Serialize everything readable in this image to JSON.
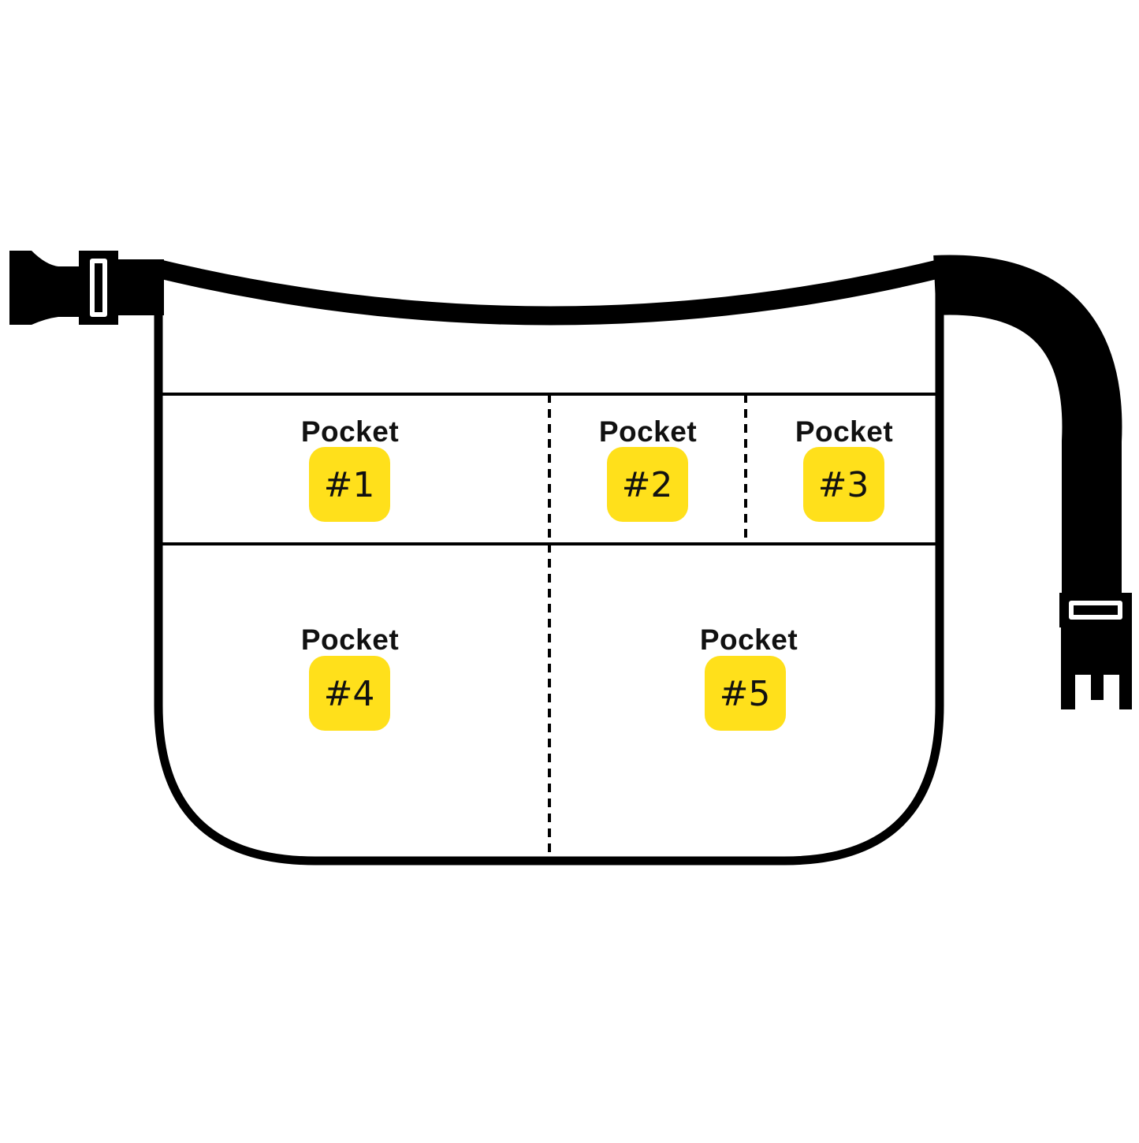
{
  "colors": {
    "outline": "#000000",
    "badge": "#FFE01B",
    "background": "#FFFFFF",
    "text": "#111111"
  },
  "icons": {
    "left_buckle": "buckle-female-icon",
    "right_buckle": "buckle-male-icon"
  },
  "pockets": [
    {
      "label": "Pocket",
      "number": "#1"
    },
    {
      "label": "Pocket",
      "number": "#2"
    },
    {
      "label": "Pocket",
      "number": "#3"
    },
    {
      "label": "Pocket",
      "number": "#4"
    },
    {
      "label": "Pocket",
      "number": "#5"
    }
  ]
}
